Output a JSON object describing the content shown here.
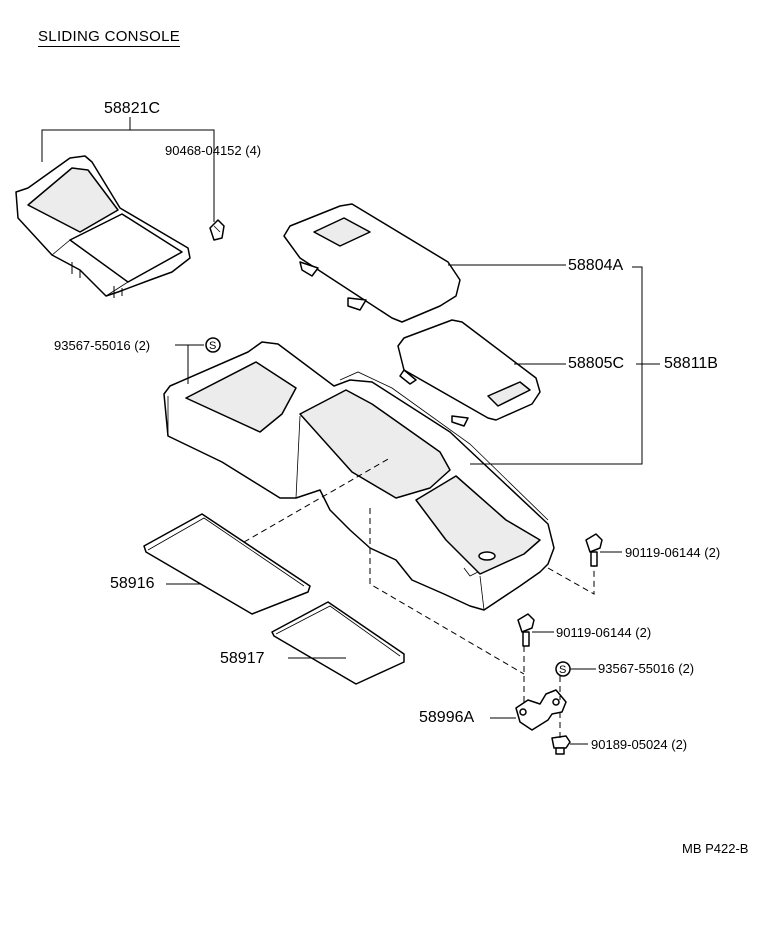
{
  "title": "SLIDING CONSOLE",
  "ref_code": "MB P422-B",
  "part_labels": {
    "p58821C": "58821C",
    "p90468": "90468-04152 (4)",
    "p58804A": "58804A",
    "p58805C": "58805C",
    "p58811B": "58811B",
    "p93567a": "93567-55016 (2)",
    "p90119a": "90119-06144 (2)",
    "p58916": "58916",
    "p90119b": "90119-06144 (2)",
    "p58917": "58917",
    "p93567b": "93567-55016 (2)",
    "p58996A": "58996A",
    "p90189": "90189-05024 (2)"
  },
  "symbols": {
    "s_mark": "S"
  }
}
